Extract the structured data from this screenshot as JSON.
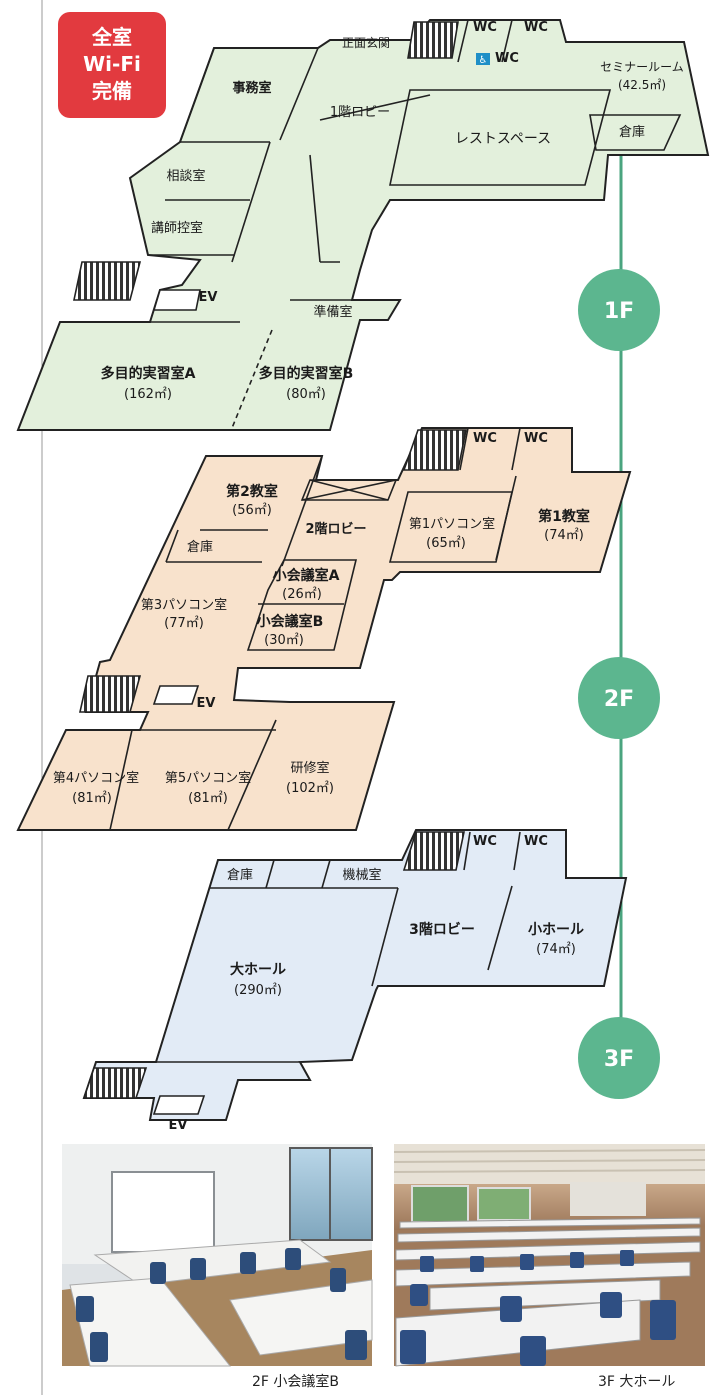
{
  "badge": {
    "line1": "全室",
    "line2": "Wi-Fi",
    "line3": "完備"
  },
  "colors": {
    "f1": "#e3f0dc",
    "f2": "#f8e2cc",
    "f3": "#e2ebf6",
    "badge": "#e23a3f",
    "floor_circle": "#5cb68f",
    "outline": "#222222"
  },
  "floors": [
    {
      "label": "1F",
      "rooms": {
        "entrance": "正面玄関",
        "wc1": "WC",
        "wc2": "WC",
        "wc3": "WC",
        "seminar": "セミナールーム",
        "seminar_area": "(42.5㎡)",
        "storage": "倉庫",
        "office": "事務室",
        "lobby": "1階ロビー",
        "rest": "レストスペース",
        "consult": "相談室",
        "lecturer": "講師控室",
        "ev": "EV",
        "prep": "準備室",
        "multiA": "多目的実習室A",
        "multiA_area": "(162㎡)",
        "multiB": "多目的実習室B",
        "multiB_area": "(80㎡)"
      }
    },
    {
      "label": "2F",
      "rooms": {
        "wc1": "WC",
        "wc2": "WC",
        "class2": "第2教室",
        "class2_area": "(56㎡)",
        "lobby": "2階ロビー",
        "pc1": "第1パソコン室",
        "pc1_area": "(65㎡)",
        "class1": "第1教室",
        "class1_area": "(74㎡)",
        "storage": "倉庫",
        "pc3": "第3パソコン室",
        "pc3_area": "(77㎡)",
        "meetA": "小会議室A",
        "meetA_area": "(26㎡)",
        "meetB": "小会議室B",
        "meetB_area": "(30㎡)",
        "ev": "EV",
        "pc4": "第4パソコン室",
        "pc4_area": "(81㎡)",
        "pc5": "第5パソコン室",
        "pc5_area": "(81㎡)",
        "training": "研修室",
        "training_area": "(102㎡)"
      }
    },
    {
      "label": "3F",
      "rooms": {
        "wc1": "WC",
        "wc2": "WC",
        "storage": "倉庫",
        "machine": "機械室",
        "lobby": "3階ロビー",
        "small_hall": "小ホール",
        "small_hall_area": "(74㎡)",
        "big_hall": "大ホール",
        "big_hall_area": "(290㎡)",
        "ev": "EV"
      }
    }
  ],
  "captions": {
    "left": "2F 小会議室B",
    "right": "3F 大ホール"
  }
}
